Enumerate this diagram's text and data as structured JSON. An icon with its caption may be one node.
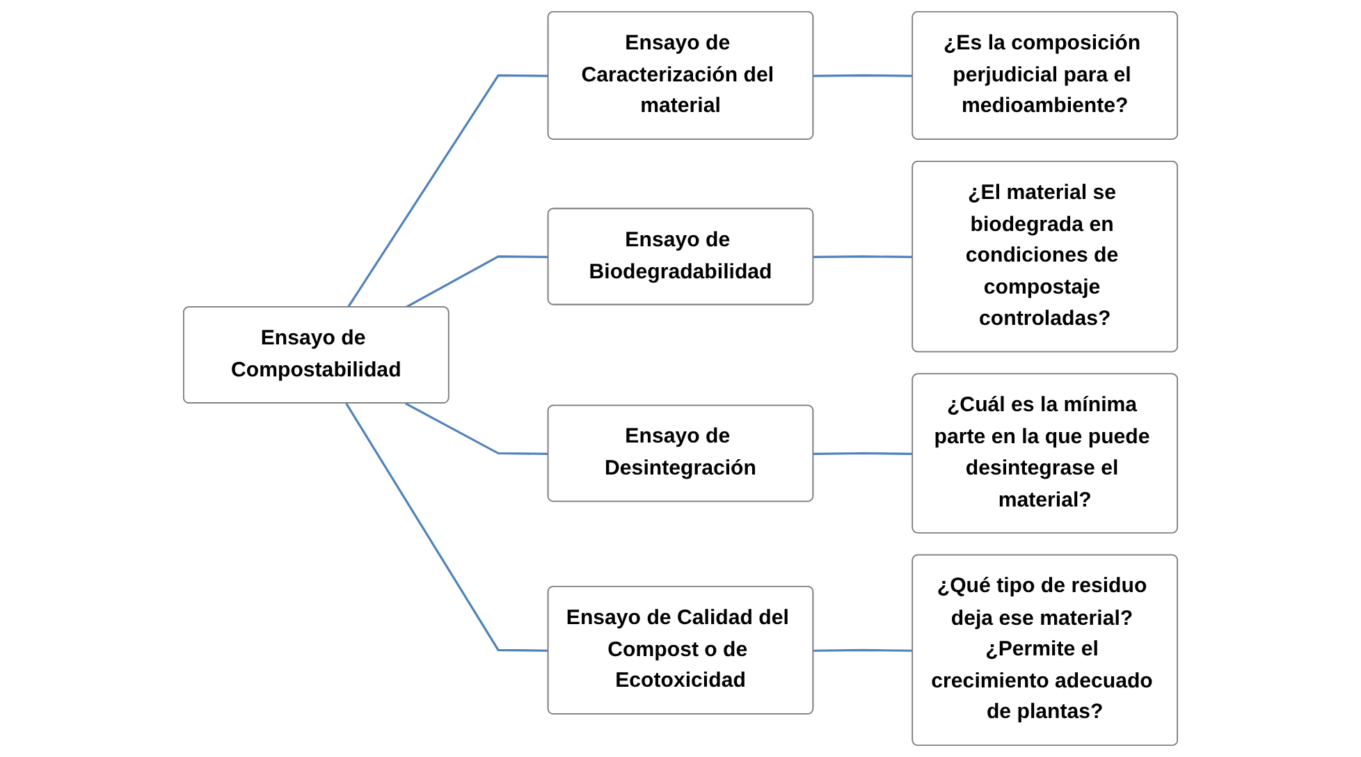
{
  "diagram": {
    "nodes": [
      {
        "text": [
          "Ensayo de Compostabilidad"
        ]
      },
      {
        "text": [
          "Ensayo de Caracterización del material"
        ]
      },
      {
        "text": [
          "Ensayo de Biodegradabilidad"
        ]
      },
      {
        "text": [
          "Ensayo de Desintegración"
        ]
      },
      {
        "text": [
          "Ensayo de Calidad del Compost o de Ecotoxicidad"
        ]
      },
      {
        "text": [
          "¿Es la composición perjudicial para el medioambiente?"
        ]
      },
      {
        "text": [
          "¿El material se biodegrada en condiciones de compostaje controladas?"
        ]
      },
      {
        "text": [
          "¿Cuál es la mínima parte en la que puede desintegrase el material?"
        ]
      },
      {
        "text": [
          "¿Qué tipo de residuo deja ese material? ¿Permite el crecimiento adecuado de plantas?"
        ]
      }
    ],
    "edges": [
      {
        "from": 0,
        "to": 1,
        "arrow": "none"
      },
      {
        "from": 0,
        "to": 2,
        "arrow": "none"
      },
      {
        "from": 0,
        "to": 3,
        "arrow": "none"
      },
      {
        "from": 0,
        "to": 4,
        "arrow": "none"
      },
      {
        "from": 1,
        "to": 5,
        "arrow": "none"
      },
      {
        "from": 2,
        "to": 6,
        "arrow": "none"
      },
      {
        "from": 3,
        "to": 7,
        "arrow": "none"
      },
      {
        "from": 4,
        "to": 8,
        "arrow": "none"
      }
    ]
  }
}
